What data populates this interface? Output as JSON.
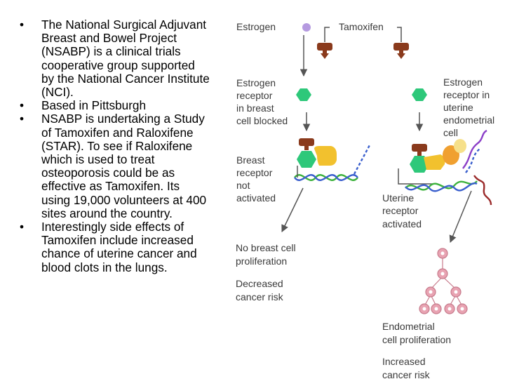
{
  "bullets": [
    "The National Surgical Adjuvant Breast and Bowel Project (NSABP) is a clinical trials cooperative group supported by the National Cancer Institute (NCI).",
    "Based in Pittsburgh",
    "NSABP is undertaking a Study of Tamoxifen and Raloxifene (STAR).  To see if Raloxifene which is used to treat osteoporosis could be as effective as Tamoxifen.  Its using 19,000 volunteers at 400 sites around the country.",
    "Interestingly side effects of Tamoxifen include increased chance of uterine cancer and blood clots in the lungs."
  ],
  "bullet_symbol": "•",
  "diagram": {
    "estrogen": "Estrogen",
    "tamoxifen": "Tamoxifen",
    "left_receptor": [
      "Estrogen",
      "receptor",
      "in breast",
      "cell blocked"
    ],
    "right_receptor": [
      "Estrogen",
      "receptor in",
      "uterine",
      "endometrial",
      "cell"
    ],
    "breast_receptor": [
      "Breast",
      "receptor",
      "not",
      "activated"
    ],
    "uterine_receptor": [
      "Uterine",
      "receptor",
      "activated"
    ],
    "no_proliferation": [
      "No breast cell",
      "proliferation"
    ],
    "decreased_risk": [
      "Decreased",
      "cancer risk"
    ],
    "endometrial_proliferation": [
      "Endometrial",
      "cell proliferation"
    ],
    "increased_risk": [
      "Increased",
      "cancer risk"
    ]
  },
  "colors": {
    "tamoxifen": "#8a3a1c",
    "receptor": "#2ec87a",
    "estrogen": "#b59ae0",
    "coactivator": "#f2c12e",
    "dna_blue": "#3a5fcd",
    "dna_green": "#3db23d",
    "dna_purple": "#8b3fc8",
    "cell": "#e8a3b2",
    "arrow": "#555555",
    "text": "#3a3a3a"
  }
}
